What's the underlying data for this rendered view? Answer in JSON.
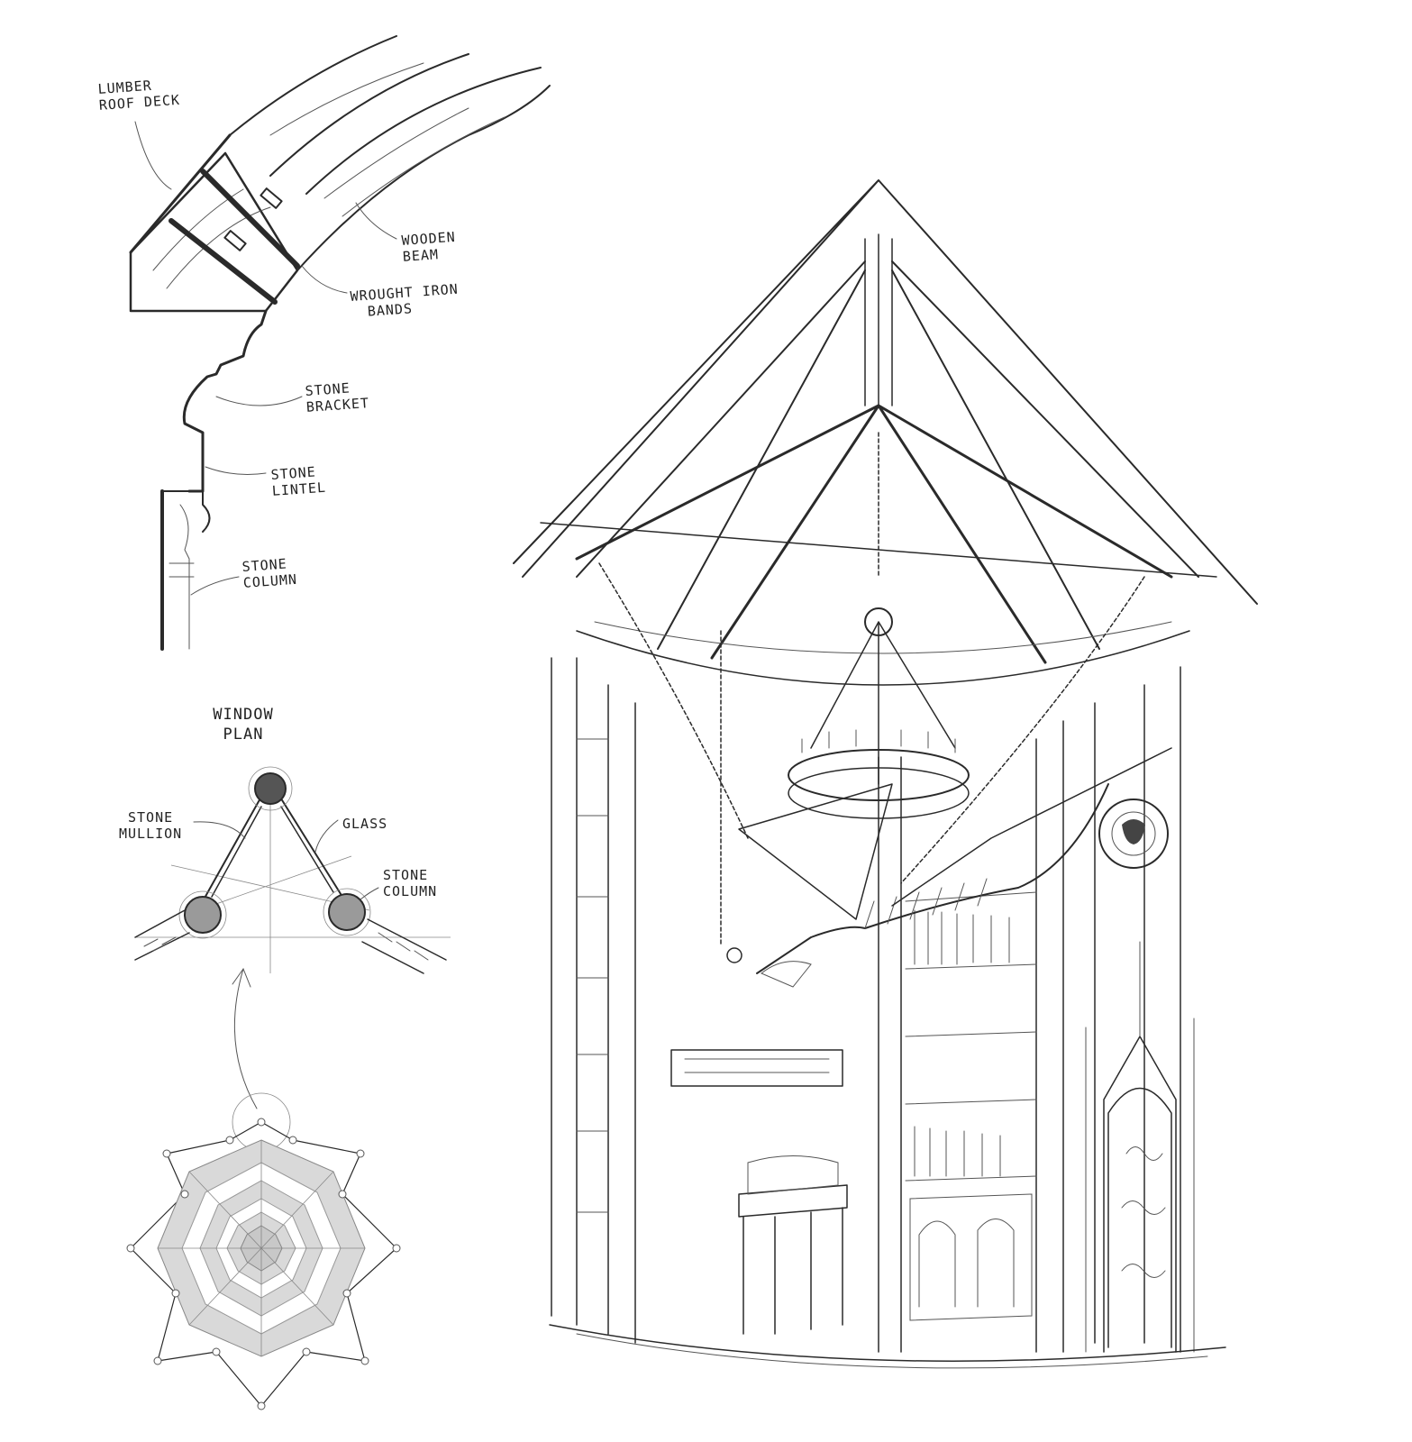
{
  "detail_labels": {
    "roof_deck": [
      "LUMBER",
      "ROOF DECK"
    ],
    "wooden_beam": [
      "WOODEN",
      "BEAM"
    ],
    "iron_bands": [
      "WROUGHT IRON",
      "BANDS"
    ],
    "stone_bracket": [
      "STONE",
      "BRACKET"
    ],
    "stone_lintel": [
      "STONE",
      "LINTEL"
    ],
    "stone_column": [
      "STONE",
      "COLUMN"
    ]
  },
  "window_plan": {
    "title": [
      "WINDOW",
      "PLAN"
    ],
    "stone_mullion": [
      "STONE",
      "MULLION"
    ],
    "glass": "GLASS",
    "stone_column": [
      "STONE",
      "COLUMN"
    ]
  },
  "colors": {
    "ink": "#2a2a2a",
    "plan_fill": "#d9d9d9",
    "paper": "#ffffff"
  }
}
